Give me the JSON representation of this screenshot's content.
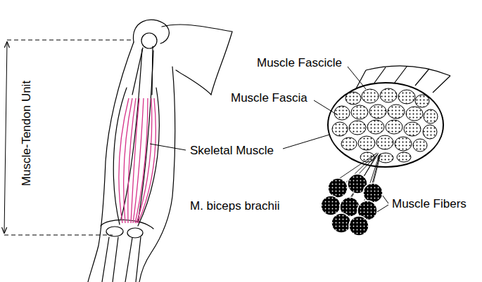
{
  "diagram": {
    "labels": [
      "Muscle-Tendon Unit",
      "Muscle Fascicle",
      "Muscle Fascia",
      "Skeletal Muscle",
      "M. biceps brachii",
      "Muscle Fibers"
    ]
  }
}
